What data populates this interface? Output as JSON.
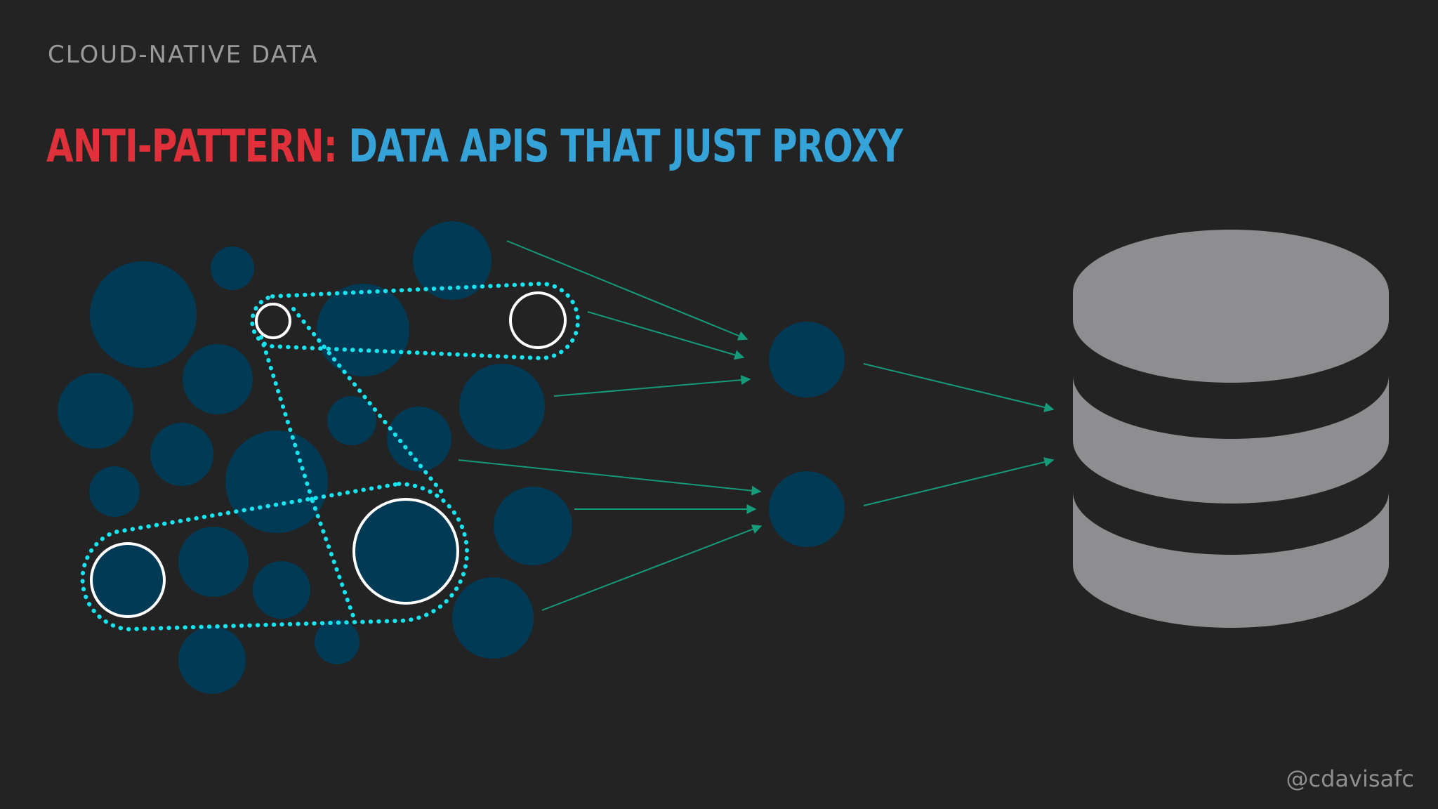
{
  "slide": {
    "kicker": "CLOUD-NATIVE DATA",
    "title_prefix": "ANTI-PATTERN:",
    "title_main": " DATA APIS THAT JUST PROXY",
    "handle": "@cdavisafc"
  },
  "colors": {
    "background": "#232323",
    "service_circle": "#003a55",
    "highlight_dotted": "#16e3f0",
    "highlight_ring": "#ffffff",
    "arrow": "#159a7a",
    "database": "#8e8d8f",
    "title_red": "#e0313b",
    "title_blue": "#35a3d8"
  },
  "icons": {
    "database": "database-icon"
  }
}
